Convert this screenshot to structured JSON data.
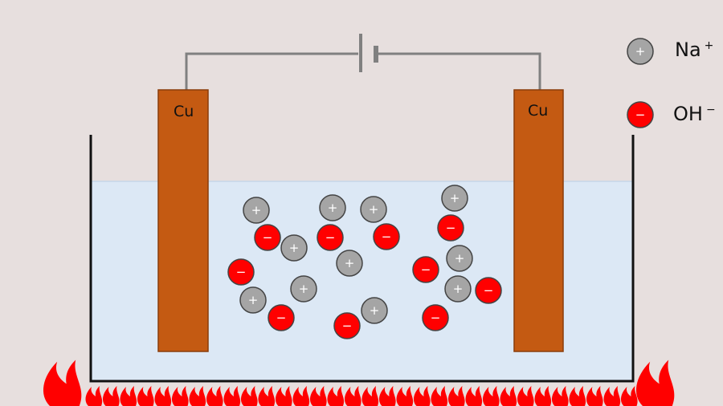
{
  "electrodes": {
    "left_label": "Cu",
    "right_label": "Cu"
  },
  "legend": {
    "cation": {
      "symbol": "+",
      "name": "Na",
      "charge": "+"
    },
    "anion": {
      "symbol": "−",
      "name": "OH",
      "charge": "−"
    }
  },
  "counts": {
    "na_ions": 11,
    "oh_ions": 10
  },
  "colors": {
    "background": "#e7dfde",
    "solution": "#dce8f5",
    "copper": "#c45a12",
    "cation": "#a5a5a5",
    "anion": "#ff0000",
    "flame": "#ff0000",
    "wire": "#808080"
  }
}
